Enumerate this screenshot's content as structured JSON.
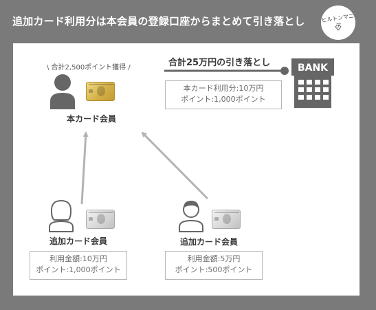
{
  "header": {
    "title": "追加カード利用分は本会員の登録口座からまとめて引き落とし",
    "logo_text": "ヒルトンマニア"
  },
  "primary": {
    "points_caption": "\\ 合計2,500ポイント獲得 /",
    "label": "本カード会員",
    "card_icon": "gold-card-icon",
    "person_icon": "person-icon"
  },
  "debit": {
    "label": "合計25万円の引き落とし",
    "bank_label": "BANK",
    "box_line1": "本カード利用分:10万円",
    "box_line2": "ポイント:1,000ポイント"
  },
  "supplementary": [
    {
      "label": "追加カード会員",
      "line1": "利用金額:10万円",
      "line2": "ポイント:1,000ポイント",
      "person_icon": "woman-icon",
      "card_icon": "platinum-card-icon"
    },
    {
      "label": "追加カード会員",
      "line1": "利用金額:5万円",
      "line2": "ポイント:500ポイント",
      "person_icon": "man-icon",
      "card_icon": "platinum-card-icon"
    }
  ],
  "colors": {
    "background": "#7a7a7a",
    "panel": "#ffffff",
    "icon": "#666666",
    "arrow": "#b3b3b3",
    "text": "#3a3a3a",
    "gold_card": "#d4b14a",
    "platinum_card": "#d6d6d6"
  }
}
